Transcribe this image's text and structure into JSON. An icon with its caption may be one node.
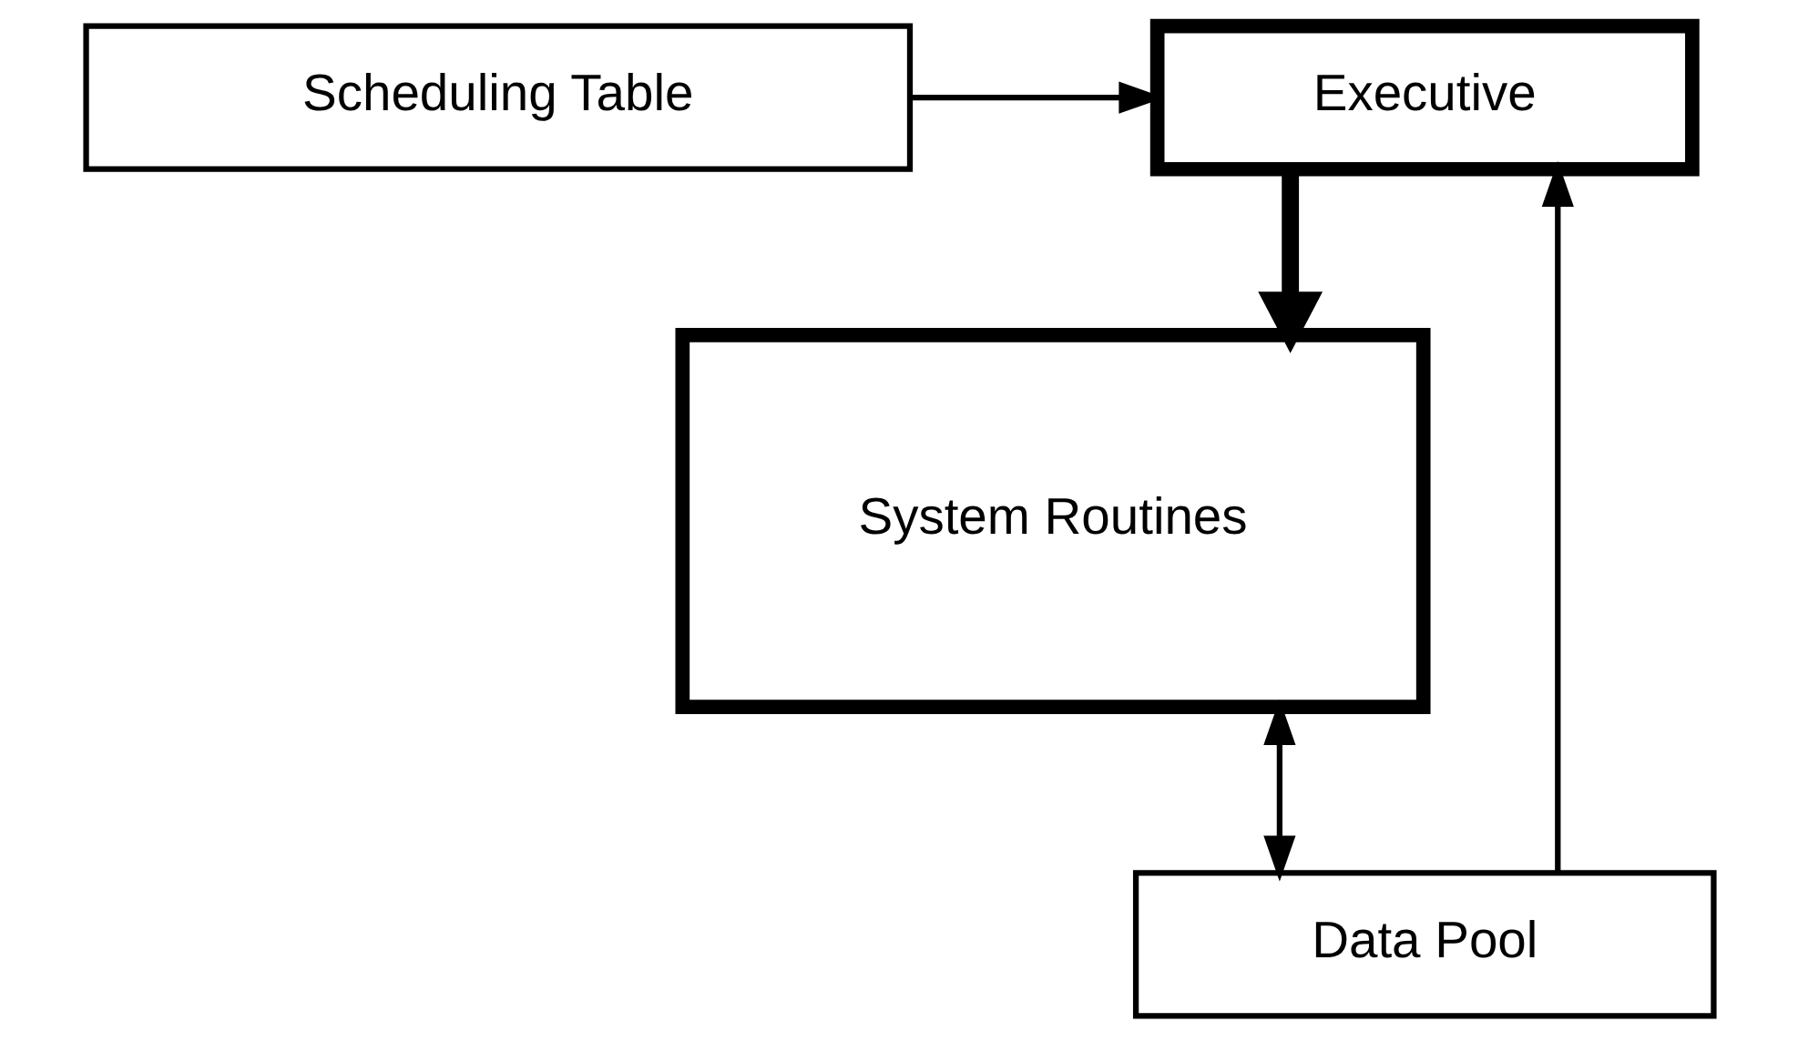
{
  "diagram": {
    "nodes": [
      {
        "text": [
          "Executive"
        ]
      },
      {
        "text": [
          "Scheduling Table"
        ]
      },
      {
        "text": [
          "Data Pool"
        ]
      },
      {
        "text": [
          "System Routines"
        ]
      }
    ],
    "edges": [
      {
        "from": 1,
        "to": 0,
        "arrow": "to"
      },
      {
        "from": 2,
        "to": 0,
        "arrow": "to"
      },
      {
        "from": 0,
        "to": 3,
        "arrow": "to",
        "style": "thick"
      },
      {
        "from": 3,
        "to": 2,
        "arrow": "both"
      }
    ]
  }
}
